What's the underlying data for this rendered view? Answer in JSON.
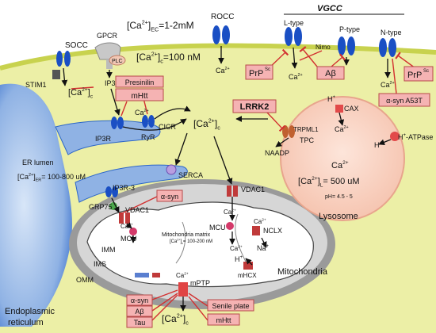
{
  "labels": {
    "vgcc": "VGCC",
    "rocc": "ROCC",
    "l_type": "L-type",
    "p_type": "P-type",
    "n_type": "N-type",
    "socc": "SOCC",
    "gpcr": "GPCR",
    "plc": "PLC",
    "ip3": "IP3",
    "stim1": "STIM1",
    "ca_ec_text": "=1-2mM",
    "ca_c_text": "=100 nM",
    "ip3r": "IP3R",
    "ryr": "RyR",
    "cicr": "CICR",
    "serca": "SERCA",
    "ip3r3": "IP3R-3",
    "grp75": "GRP75",
    "vdac1": "VDAC1",
    "mcu": "MCU",
    "nclx": "NCLX",
    "na": "Na",
    "h": "H",
    "mhcx": "mHCX",
    "mptp": "mPTP",
    "imm": "IMM",
    "ims": "IMS",
    "omm": "OMM",
    "mito_matrix_line1": "Mitochondria matrix",
    "mito_matrix_line2": "= 100-200 nM",
    "mitochondria": "Mitochondria",
    "er_lumen": "ER lumen",
    "er_conc": "= 100-800 uM",
    "endoplasmic": "Endoplasmic",
    "reticulum": "reticulum",
    "naadp": "NAADP",
    "tpc": "TPC",
    "trpml1": "TRPML1",
    "cax": "CAX",
    "h_atpase": "-ATPase",
    "lyso_conc": "= 500 uM",
    "ph": "pH= 4.5 - 5",
    "lysosome": "Lysosome",
    "nimo": "Nimo",
    "ca": "Ca",
    "charge": "2+",
    "plus": "+",
    "sub_c": "c",
    "sub_ec": "EC",
    "sub_er": "ER",
    "sub_lyso": "L",
    "sup_sc": "Sc"
  },
  "pathology": {
    "presinilin": "Presinilin",
    "mhtt": "mHtt",
    "lrrk2": "LRRK2",
    "prp_sc": "PrP",
    "abeta": "Aβ",
    "asyn": "α-syn",
    "asyn_a53t": "α-syn A53T",
    "tau": "Tau",
    "senile_plate": "Senile plate"
  },
  "colors": {
    "cytoplasm": "#ecefa6",
    "membrane": "#c8d24e",
    "er": "#8fb2e4",
    "er_dark": "#2c66c8",
    "mito_outer": "#9a9a9a",
    "mito_inner": "#c9c9c9",
    "lysosome": "#f8d2c2",
    "channel": "#1a4fc4",
    "pathology_box": "#f5b3b3",
    "inhibitor_red": "#d23030"
  }
}
